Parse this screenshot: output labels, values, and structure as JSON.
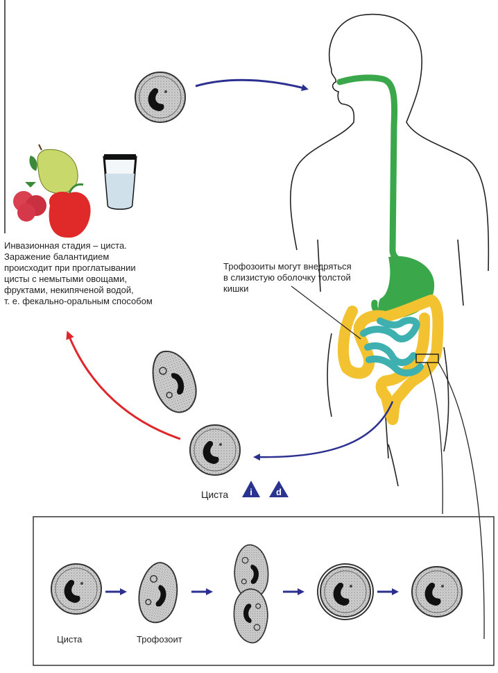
{
  "infection_text": [
    "Инвазионная стадия – циста.",
    "Заражение балантидием",
    "происходит при проглатывании",
    "цисты с немытыми овощами,",
    "фруктами, некипяченой водой,",
    "т. е. фекально-оральным способом"
  ],
  "trophozoite_text": [
    "Трофозоиты могут внедряться",
    "в слизистую оболочку толстой",
    "кишки"
  ],
  "cyst_label": "Циста",
  "stage_badges": [
    "i",
    "d"
  ],
  "bottom_panel": {
    "labels": [
      "Циста",
      "Трофозоит"
    ]
  },
  "colors": {
    "arrow_blue": "#2b2f8f",
    "arrow_red": "#e0262a",
    "digestive_green": "#3aa84a",
    "colon_yellow": "#f2c230",
    "small_intestine_teal": "#3fb0b0",
    "badge_blue": "#2b3390"
  }
}
